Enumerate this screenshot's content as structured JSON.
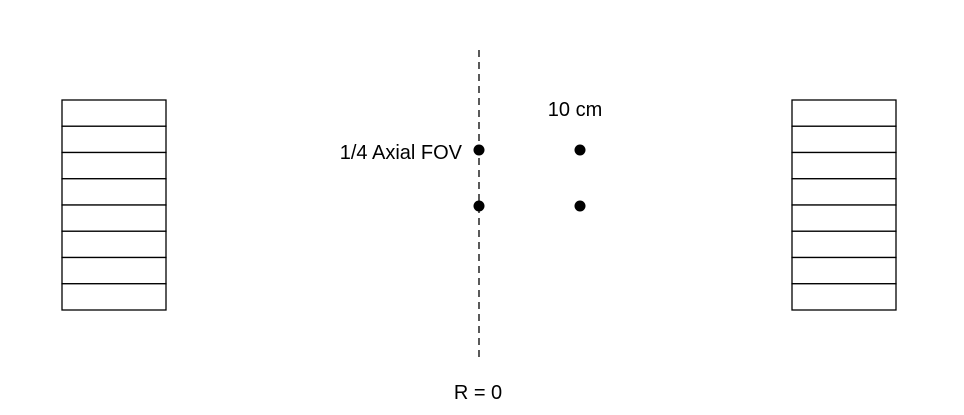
{
  "labels": {
    "axial_fov": "1/4 Axial FOV",
    "radial_offset": "10 cm",
    "center": "R = 0"
  },
  "detector_rings": 8,
  "colors": {
    "ink": "#000000",
    "background": "#ffffff"
  }
}
